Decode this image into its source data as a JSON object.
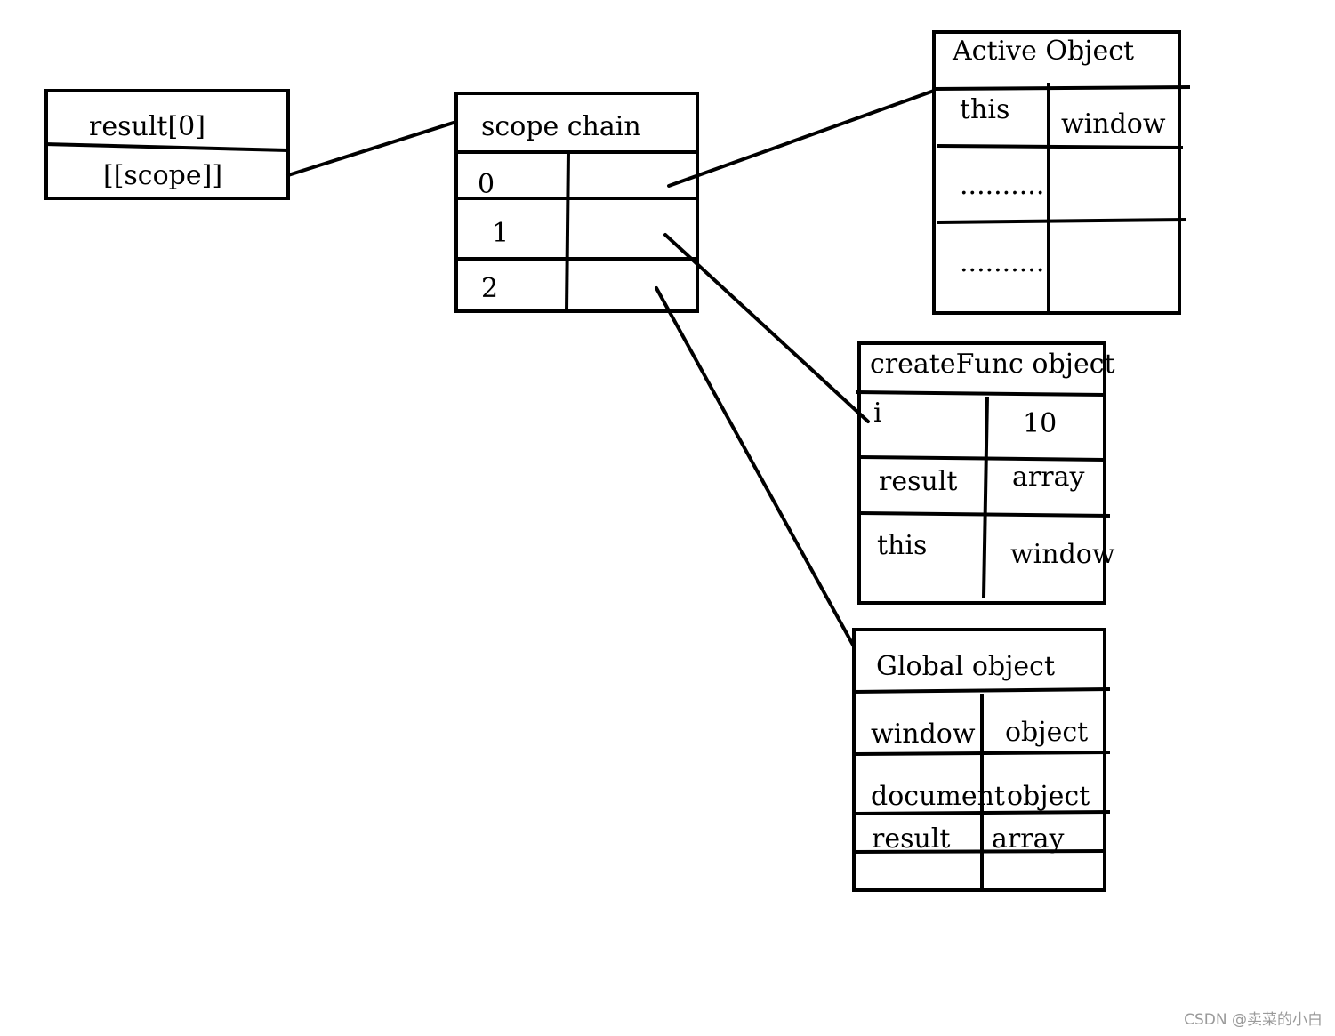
{
  "result_box": {
    "title": "result[0]",
    "field": "[[scope]]"
  },
  "scope_chain": {
    "title": "scope chain",
    "rows": [
      "0",
      "1",
      "2"
    ]
  },
  "active_object": {
    "title": "Active Object",
    "rows": [
      {
        "key": "this",
        "value": "window"
      },
      {
        "key": "..........",
        "value": ""
      },
      {
        "key": "..........",
        "value": ""
      }
    ]
  },
  "createfunc_object": {
    "title": "createFunc object",
    "rows": [
      {
        "key": "i",
        "value": "10"
      },
      {
        "key": "result",
        "value": "array"
      },
      {
        "key": "this",
        "value": "window"
      }
    ]
  },
  "global_object": {
    "title": "Global object",
    "rows": [
      {
        "key": "window",
        "value": "object"
      },
      {
        "key": "document",
        "value": "object"
      },
      {
        "key": "result",
        "value": "array"
      },
      {
        "key": "",
        "value": ""
      }
    ]
  },
  "watermark": "CSDN @卖菜的小白"
}
